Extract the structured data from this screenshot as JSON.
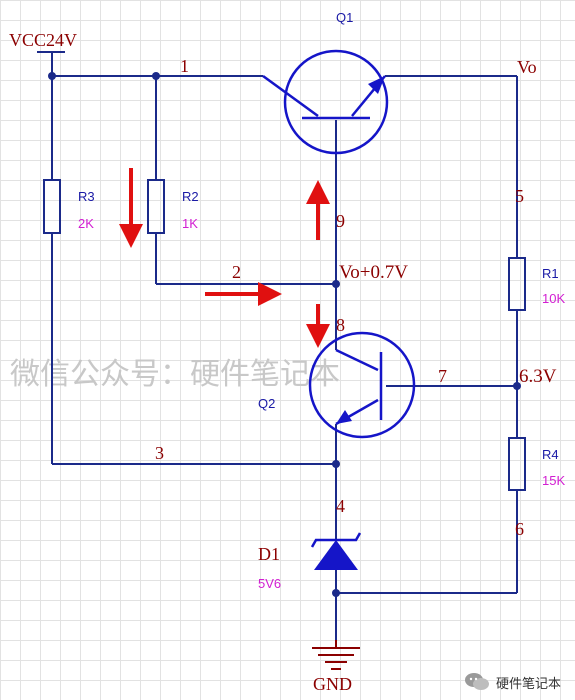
{
  "title": "Q1",
  "supply_label": "VCC24V",
  "ground_label": "GND",
  "output_label": "Vo",
  "components": {
    "q1": {
      "ref": "Q1"
    },
    "q2": {
      "ref": "Q2"
    },
    "r1": {
      "ref": "R1",
      "value": "10K"
    },
    "r2": {
      "ref": "R2",
      "value": "1K"
    },
    "r3": {
      "ref": "R3",
      "value": "2K"
    },
    "r4": {
      "ref": "R4",
      "value": "15K"
    },
    "d1": {
      "ref": "D1",
      "value": "5V6"
    }
  },
  "nets": {
    "n1": "1",
    "n2": "2",
    "n3": "3",
    "n4": "4",
    "n5": "5",
    "n6": "6",
    "n7": "7",
    "n8": "8",
    "n9": "9"
  },
  "annotations": {
    "base_voltage": "Vo+0.7V",
    "divider_voltage": "6.3V"
  },
  "watermark": "微信公众号：硬件笔记本",
  "credit": {
    "icon": "wechat-icon",
    "text": "硬件笔记本"
  },
  "colors": {
    "wire": "#1b2a8a",
    "component": "#1515c8",
    "net_label": "#8b0000",
    "value": "#d21fd2",
    "current_arrow": "#e01010"
  }
}
